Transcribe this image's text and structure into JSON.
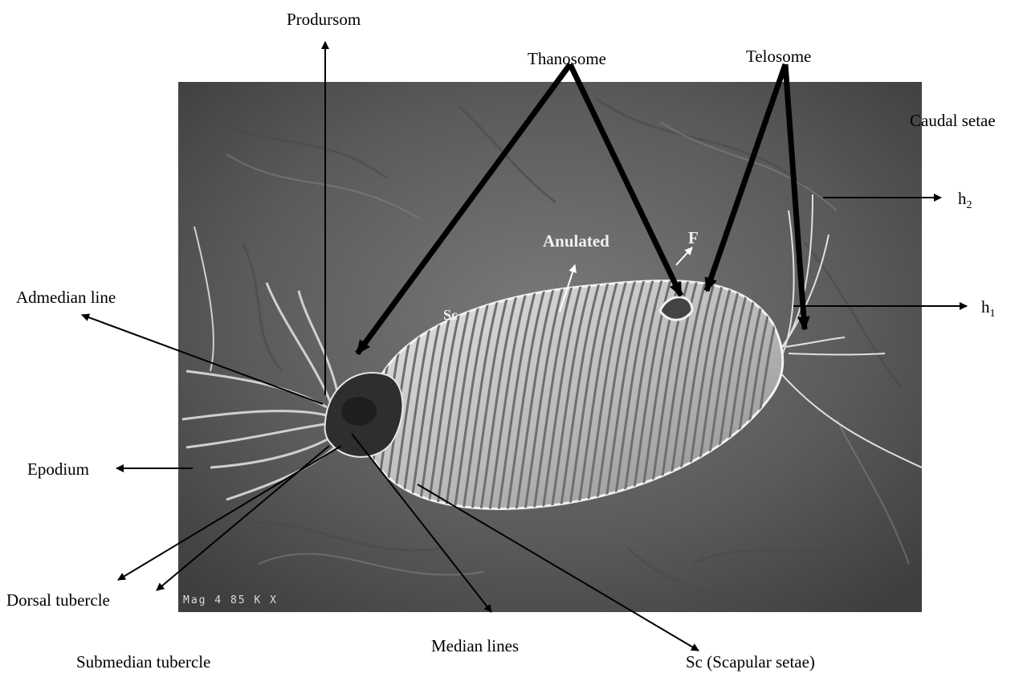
{
  "labels": {
    "prodursom": "Prodursom",
    "thanosome": "Thanosome",
    "telosome": "Telosome",
    "caudal_setae": "Caudal setae",
    "h2_base": "h",
    "h2_sub": "2",
    "h1_base": "h",
    "h1_sub": "1",
    "admedian_line": "Admedian line",
    "epodium": "Epodium",
    "dorsal_tubercle": "Dorsal tubercle",
    "submedian_tubercle": "Submedian tubercle",
    "median_lines": "Median lines",
    "scapular_setae": "Sc (Scapular setae)"
  },
  "photo_labels": {
    "anulated": "Anulated",
    "f": "F",
    "sc": "Sc",
    "magnification": "Mag   4 85 K X"
  },
  "colors": {
    "background": "#ffffff",
    "photo_bg": "#5c5c5c",
    "mite_body": "#d8d8d8",
    "arrow": "#000000",
    "photo_text": "#f0f0f0"
  }
}
